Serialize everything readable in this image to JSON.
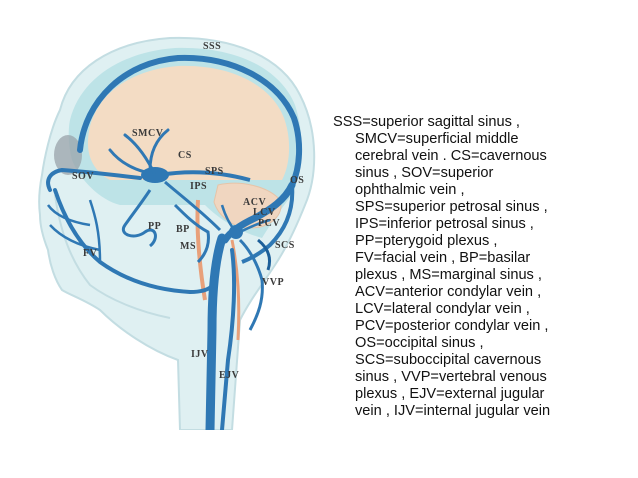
{
  "labels": {
    "sss": "SSS",
    "smcv": "SMCV",
    "cs": "CS",
    "sps": "SPS",
    "sov": "SOV",
    "ips": "IPS",
    "os": "OS",
    "acv": "ACV",
    "lcv": "LCV",
    "pcv": "PCV",
    "pp": "PP",
    "bp": "BP",
    "fv": "FV",
    "ms": "MS",
    "scs": "SCS",
    "vvp": "VVP",
    "ijv": "IJV",
    "ejv": "EJV"
  },
  "legend": {
    "lines": [
      "SSS=superior sagittal sinus ,",
      "SMCV=superficial middle",
      "cerebral vein . CS=cavernous",
      "sinus , SOV=superior",
      "ophthalmic vein ,",
      "SPS=superior petrosal sinus ,",
      "IPS=inferior petrosal sinus ,",
      "PP=pterygoid plexus ,",
      "FV=facial vein , BP=basilar",
      "plexus , MS=marginal sinus ,",
      "ACV=anterior condylar vein ,",
      "LCV=lateral condylar vein ,",
      "PCV=posterior condylar vein ,",
      "OS=occipital sinus ,",
      "SCS=suboccipital cavernous",
      "sinus , VVP=vertebral venous",
      "plexus , EJV=external jugular",
      "vein , IJV=internal jugular vein"
    ]
  },
  "colors": {
    "vein": "#2f78b4",
    "vein_dark": "#1d5f99",
    "skull": "#a9dbe0",
    "brain": "#f3dcc4",
    "skin": "#c6e3e8",
    "artery": "#e8a07a"
  }
}
